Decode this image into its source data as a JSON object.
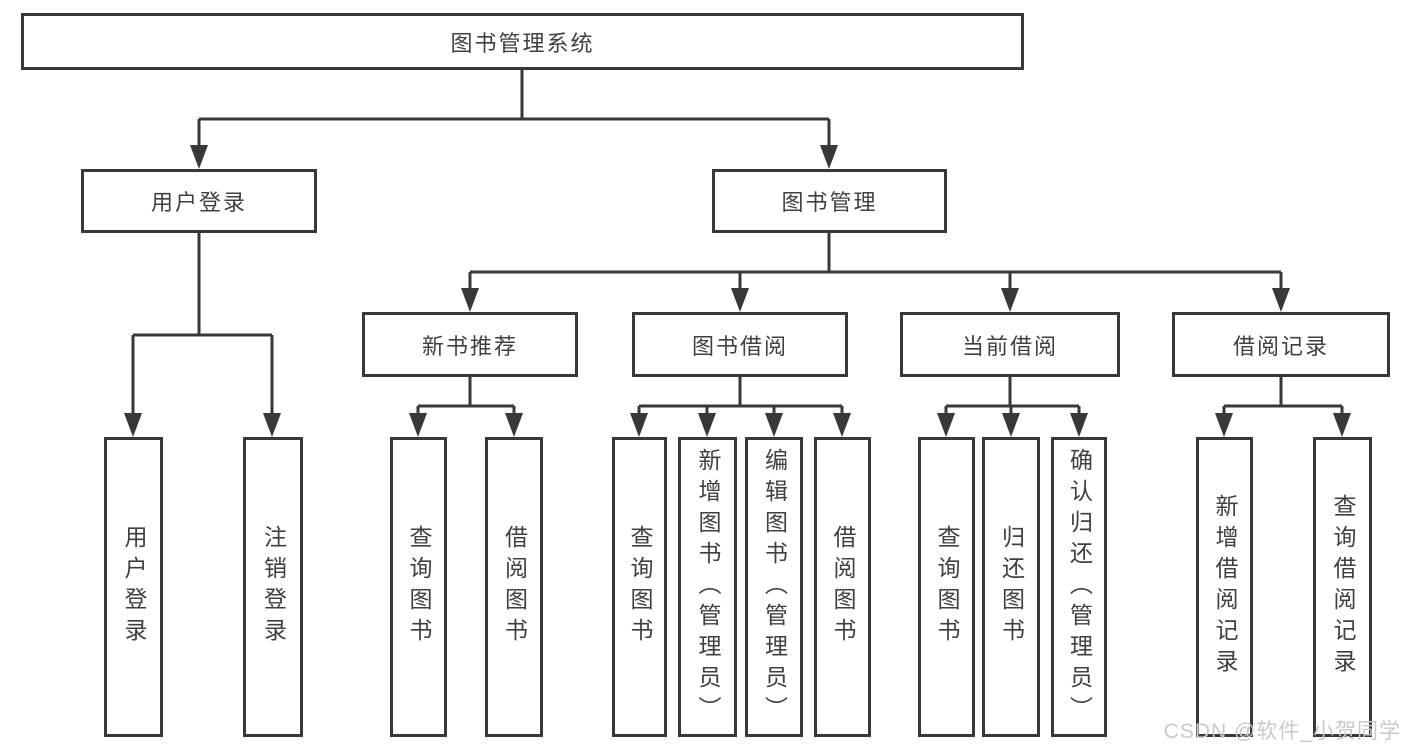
{
  "nodes": {
    "root": {
      "label": "图书管理系统",
      "parent": null
    },
    "user_login": {
      "label": "用户登录",
      "parent": "root"
    },
    "book_mgmt": {
      "label": "图书管理",
      "parent": "root"
    },
    "user_login_leaf": {
      "label": "用户登录",
      "parent": "user_login"
    },
    "logout_leaf": {
      "label": "注销登录",
      "parent": "user_login"
    },
    "new_book_rec": {
      "label": "新书推荐",
      "parent": "book_mgmt"
    },
    "book_borrow": {
      "label": "图书借阅",
      "parent": "book_mgmt"
    },
    "current_borrow": {
      "label": "当前借阅",
      "parent": "book_mgmt"
    },
    "borrow_record": {
      "label": "借阅记录",
      "parent": "book_mgmt"
    },
    "query_book_1": {
      "label": "查询图书",
      "parent": "new_book_rec"
    },
    "borrow_book_1": {
      "label": "借阅图书",
      "parent": "new_book_rec"
    },
    "query_book_2": {
      "label": "查询图书",
      "parent": "book_borrow"
    },
    "add_book": {
      "label": "新增图书（管理员）",
      "parent": "book_borrow"
    },
    "edit_book": {
      "label": "编辑图书（管理员）",
      "parent": "book_borrow"
    },
    "borrow_book_2": {
      "label": "借阅图书",
      "parent": "book_borrow"
    },
    "query_book_3": {
      "label": "查询图书",
      "parent": "current_borrow"
    },
    "return_book": {
      "label": "归还图书",
      "parent": "current_borrow"
    },
    "confirm_return": {
      "label": "确认归还（管理员）",
      "parent": "current_borrow"
    },
    "add_borrow_record": {
      "label": "新增借阅记录",
      "parent": "borrow_record"
    },
    "query_borrow_record": {
      "label": "查询借阅记录",
      "parent": "borrow_record"
    }
  },
  "watermark": "CSDN @软件_小贺同学",
  "colors": {
    "line": "#383838",
    "text": "#404040",
    "background": "#ffffff",
    "watermark": "#c9c9c9"
  }
}
